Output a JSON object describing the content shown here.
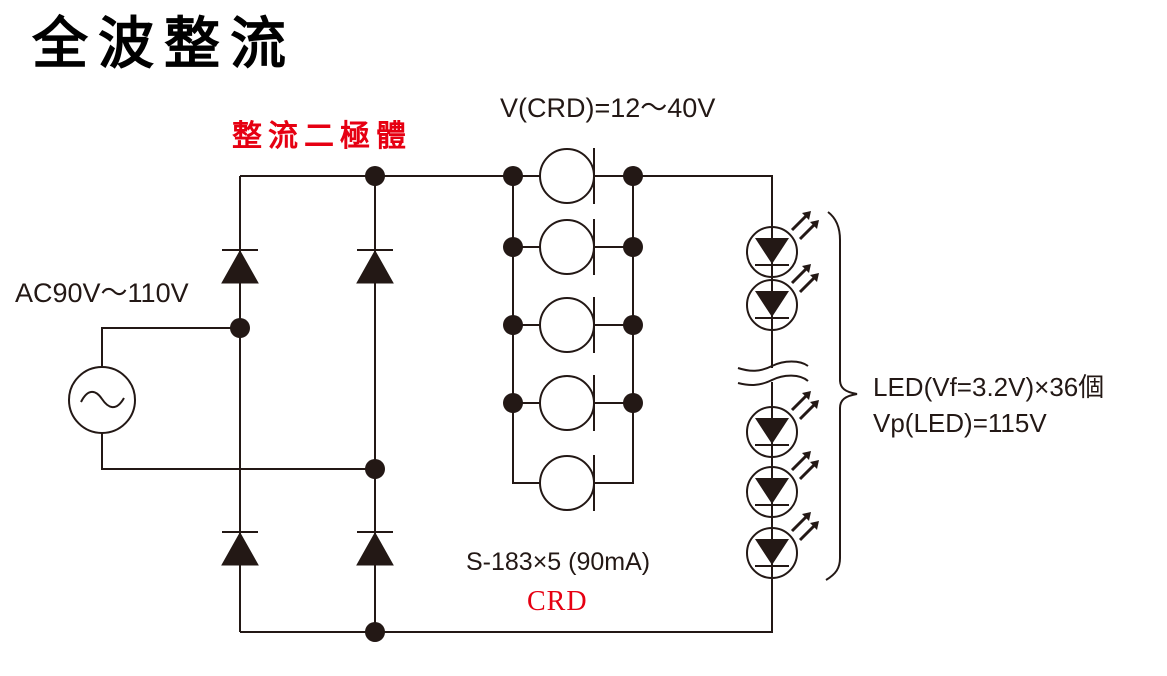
{
  "title": "全波整流",
  "labels": {
    "rectifier_diode": "整流二極體",
    "crd_voltage": "V(CRD)=12～40V",
    "ac_input": "AC90V～110V",
    "crd_part": "S-183×5 (90mA)",
    "crd_name": "CRD",
    "led_spec": "LED(Vf=3.2V)×36個",
    "led_total_voltage": "Vp(LED)=115V"
  },
  "colors": {
    "wire": "#231815",
    "highlight": "#e60012",
    "text": "#231815"
  },
  "components": {
    "ac_source": {
      "type": "ac-voltage-source",
      "symbol": "~"
    },
    "bridge_diodes": {
      "count": 4
    },
    "crd_count": 5,
    "led_shown": 5,
    "led_total": 36
  }
}
